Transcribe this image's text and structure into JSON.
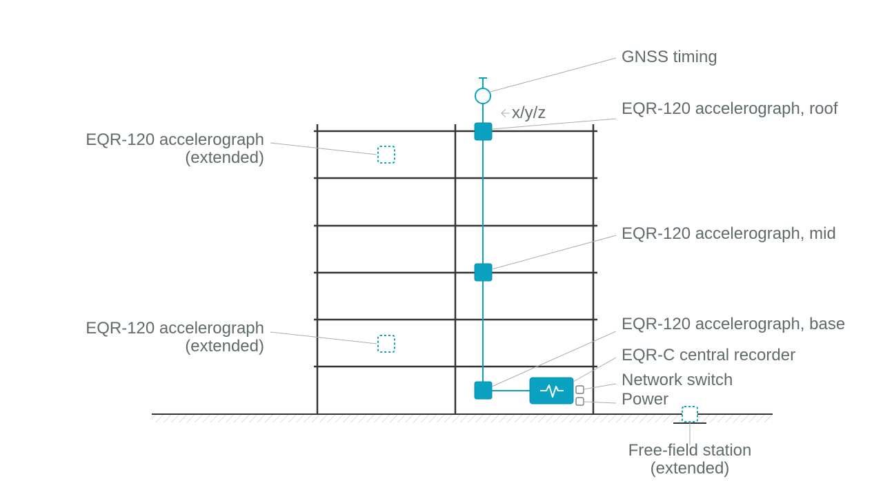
{
  "labels": {
    "gnss": "GNSS timing",
    "axis": "x/y/z",
    "roof": "EQR-120 accelerograph, roof",
    "mid": "EQR-120 accelerograph, mid",
    "base": "EQR-120 accelerograph, base",
    "recorder": "EQR-C central recorder",
    "network": "Network switch",
    "power": "Power",
    "ext_upper": [
      "EQR-120 accelerograph",
      "(extended)"
    ],
    "ext_lower": [
      "EQR-120 accelerograph",
      "(extended)"
    ],
    "free_field": [
      "Free-field station",
      "(extended)"
    ]
  },
  "colors": {
    "structure": "#333333",
    "sensor": "#0aa2c0",
    "sensor_dark": "#0a8fab",
    "label": "#5f6b6b",
    "leader": "#a8acac",
    "ground_hatch": "#c8c8c8"
  },
  "icons": {
    "antenna": "gnss-antenna-icon",
    "recorder": "waveform-icon"
  }
}
